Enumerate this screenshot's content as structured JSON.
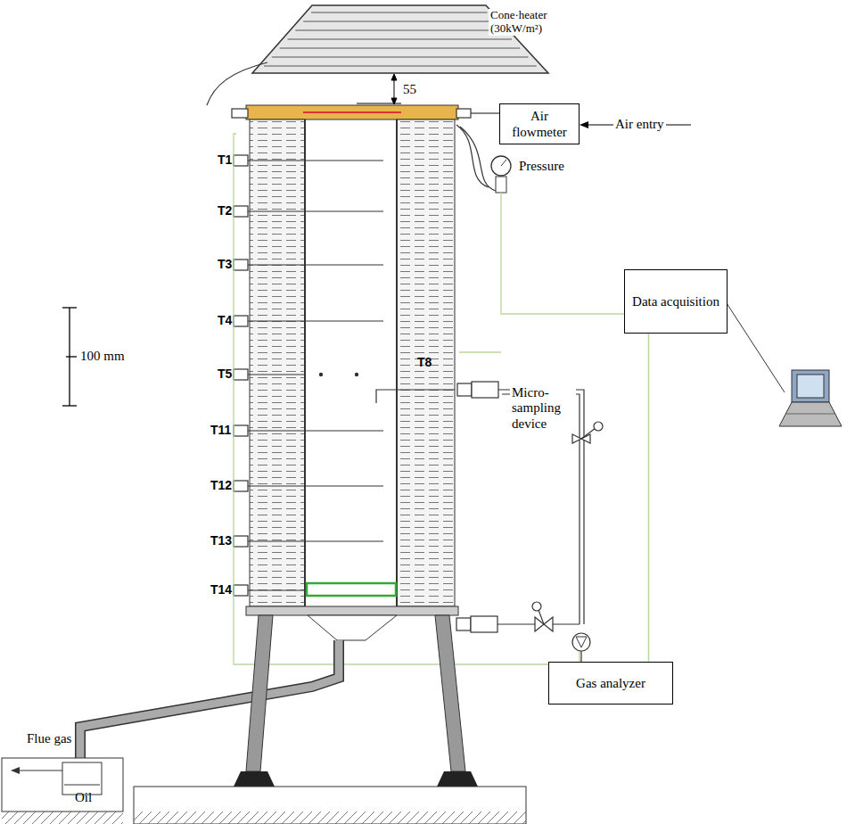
{
  "diagram": {
    "nodes": [
      {
        "text": [
          "Air flowmeter"
        ]
      },
      {
        "text": [
          "Data acquisition"
        ]
      },
      {
        "text": [
          "Gas analyzer"
        ]
      }
    ],
    "edges": [
      {
        "from": 1,
        "to": 2,
        "arrow": "none"
      }
    ],
    "labels": [
      "Cone·heater (30kW/m²)",
      "55",
      "T1",
      "T2",
      "T3",
      "T4",
      "100 mm",
      "T5",
      "T11",
      "T12",
      "T13",
      "T14",
      "T8",
      "Air entry",
      "Pressure",
      "Micro- sampling device",
      "Flue gas",
      "Oil"
    ]
  }
}
